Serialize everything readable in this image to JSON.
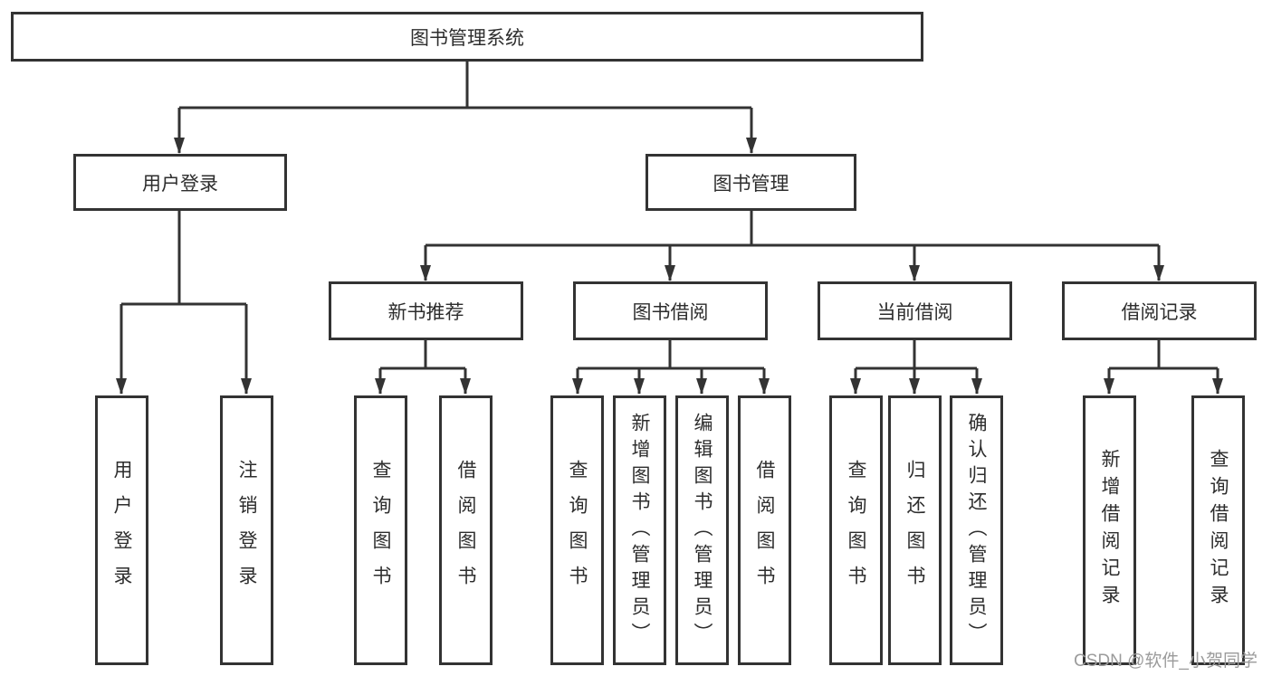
{
  "diagram": {
    "root": {
      "label": "图书管理系统"
    },
    "level2": [
      {
        "label": "用户登录"
      },
      {
        "label": "图书管理"
      }
    ],
    "level3": [
      {
        "label": "新书推荐",
        "parent": "图书管理"
      },
      {
        "label": "图书借阅",
        "parent": "图书管理"
      },
      {
        "label": "当前借阅",
        "parent": "图书管理"
      },
      {
        "label": "借阅记录",
        "parent": "图书管理"
      }
    ],
    "leaves": [
      {
        "label": "用户登录",
        "parent": "用户登录"
      },
      {
        "label": "注销登录",
        "parent": "用户登录"
      },
      {
        "label": "查询图书",
        "parent": "新书推荐"
      },
      {
        "label": "借阅图书",
        "parent": "新书推荐"
      },
      {
        "label": "查询图书",
        "parent": "图书借阅"
      },
      {
        "label": "新增图书（管理员）",
        "parent": "图书借阅"
      },
      {
        "label": "编辑图书（管理员）",
        "parent": "图书借阅"
      },
      {
        "label": "借阅图书",
        "parent": "图书借阅"
      },
      {
        "label": "查询图书",
        "parent": "当前借阅"
      },
      {
        "label": "归还图书",
        "parent": "当前借阅"
      },
      {
        "label": "确认归还（管理员）",
        "parent": "当前借阅"
      },
      {
        "label": "新增借阅记录",
        "parent": "借阅记录"
      },
      {
        "label": "查询借阅记录",
        "parent": "借阅记录"
      }
    ]
  },
  "watermark": {
    "text": "CSDN @软件_小贺同学"
  },
  "colors": {
    "line": "#333333",
    "box_border": "#333333",
    "box_fill": "#ffffff",
    "text": "#2d2d2d",
    "watermark": "#9b9b9b",
    "background": "#ffffff"
  }
}
